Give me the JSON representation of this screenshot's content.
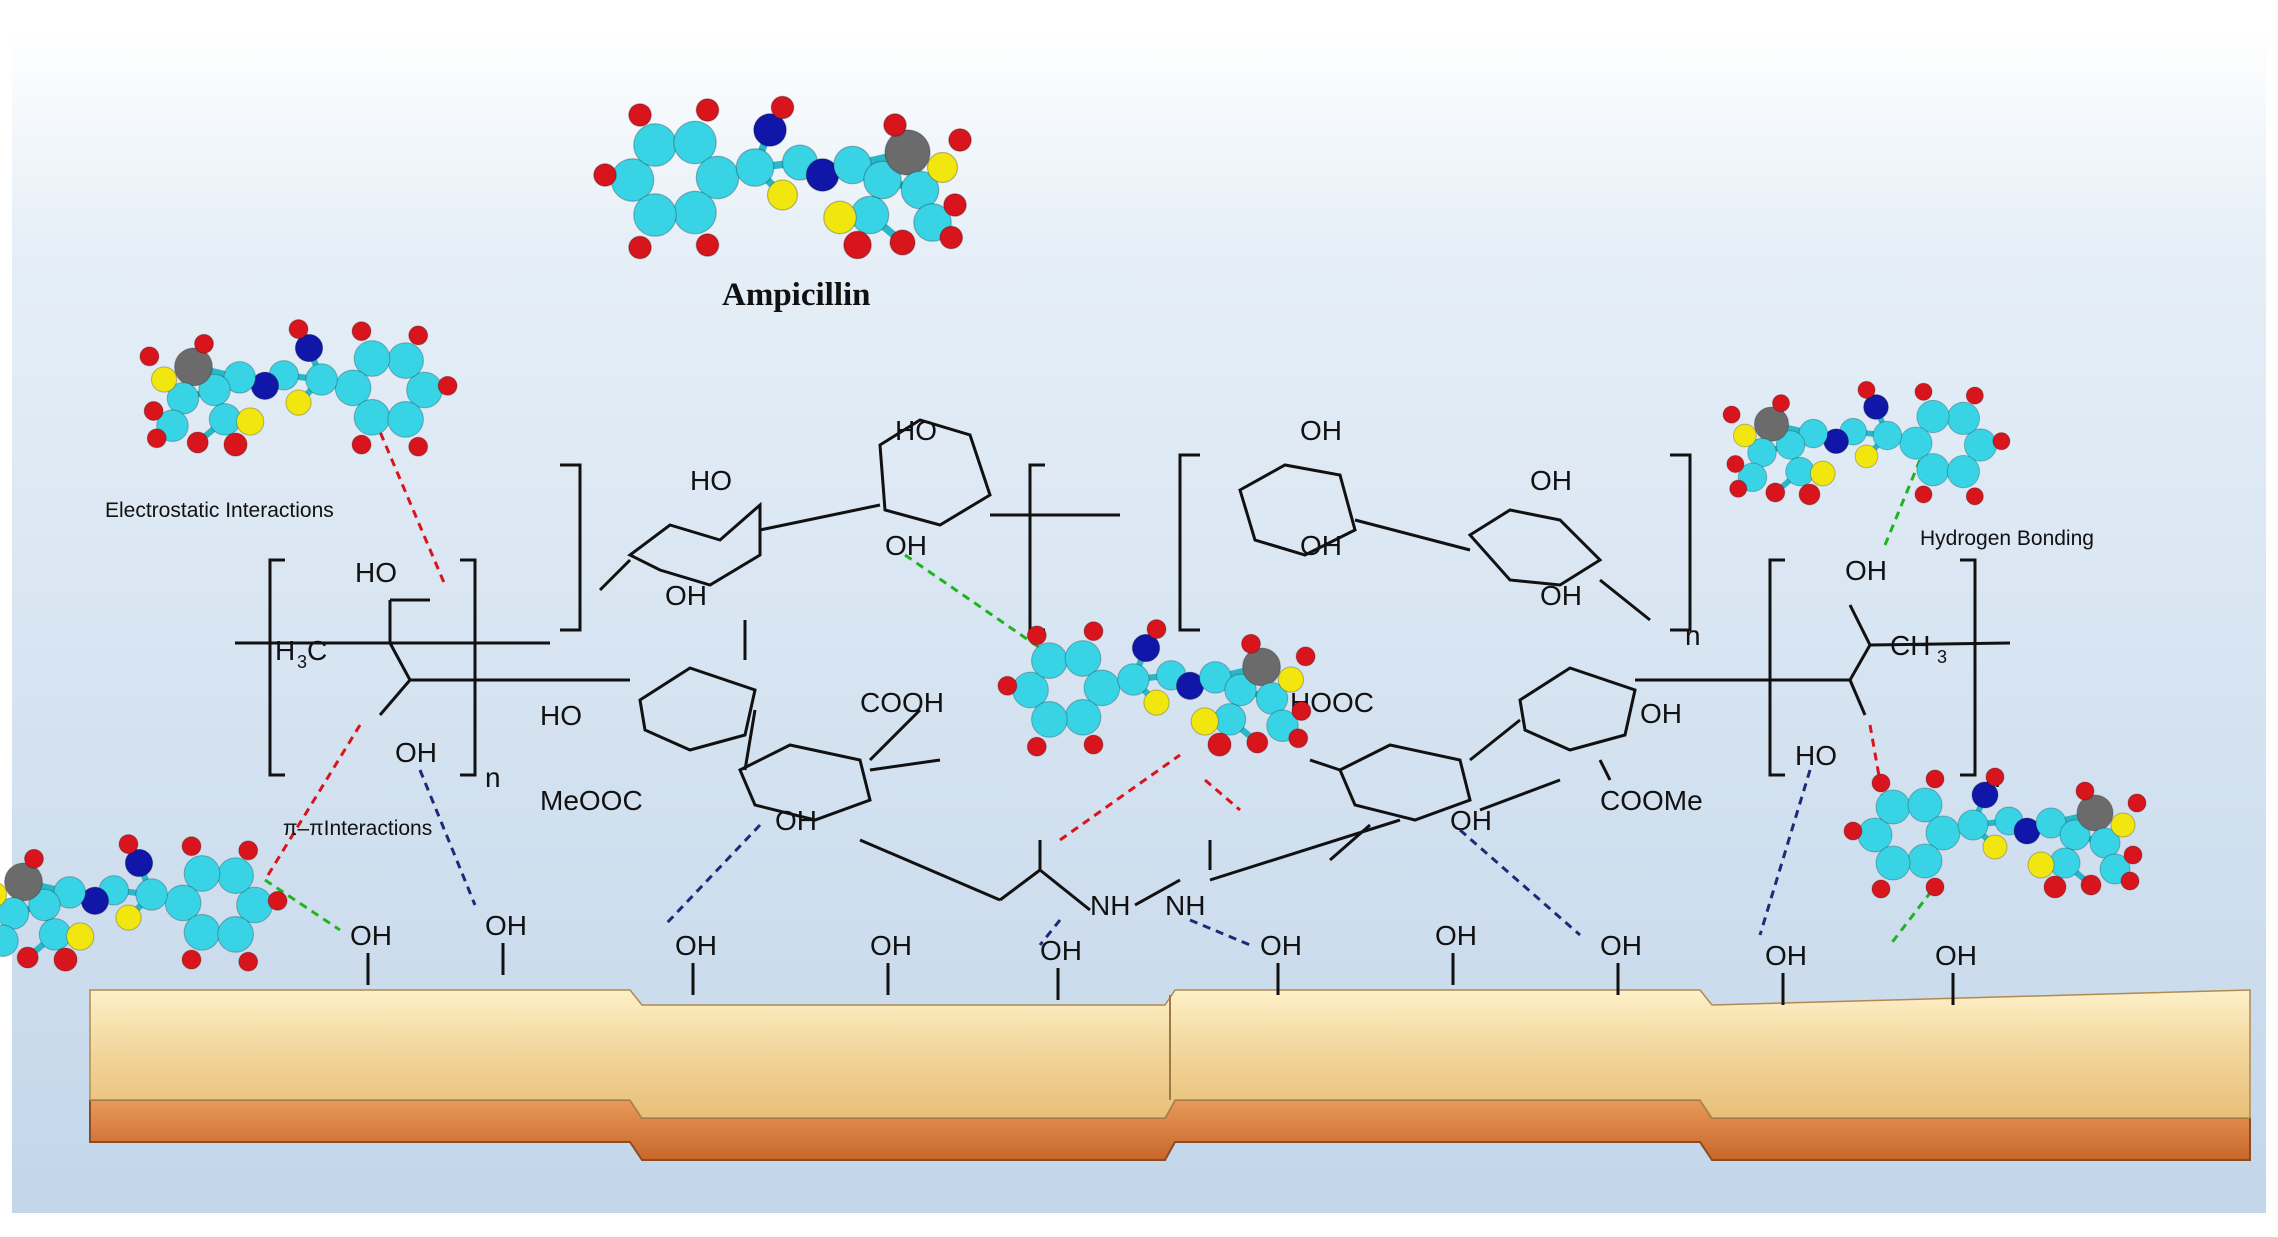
{
  "title": "Ampicillin",
  "interactions": {
    "electrostatic": "Electrostatic Interactions",
    "hydrogen": "Hydrogen Bonding",
    "pi": "π–πInteractions"
  },
  "polymer": {
    "ho": "HO",
    "oh": "OH",
    "h3c": "H",
    "ch3": "CH",
    "n": "n",
    "cooh": "COOH",
    "hooc": "HOOC",
    "meooc": "MeOOC",
    "coome": "COOMe",
    "nh": "NH",
    "h": "H",
    "sub3": "3"
  },
  "colors": {
    "carbon": "#39d3e6",
    "oxygen": "#d8141c",
    "nitrogen": "#1016a8",
    "sulfur": "#f2e60f",
    "metal": "#6b6b6b",
    "electrostatic_line": "#d8141c",
    "hydrogen_line": "#1fb41f",
    "pi_line": "#1e2a78",
    "background_top": "#ffffff",
    "background_bottom": "#c5d8ec",
    "surface_top": "#f3d9a0",
    "surface_side": "#d8772e"
  }
}
